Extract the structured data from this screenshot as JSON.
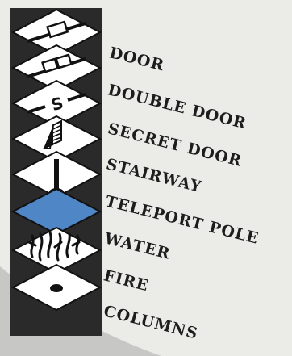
{
  "legend": {
    "items": [
      {
        "key": "door",
        "label": "DOOR"
      },
      {
        "key": "double-door",
        "label": "DOUBLE DOOR"
      },
      {
        "key": "secret-door",
        "label": "SECRET DOOR"
      },
      {
        "key": "stairway",
        "label": "STAIRWAY"
      },
      {
        "key": "teleport-pole",
        "label": "TELEPORT POLE"
      },
      {
        "key": "water",
        "label": "WATER"
      },
      {
        "key": "fire",
        "label": "FIRE"
      },
      {
        "key": "columns",
        "label": "COLUMNS"
      }
    ],
    "secret_door_symbol": "S",
    "colors": {
      "background": "#ebebe8",
      "column_bar": "#2a2a2a",
      "tile": "#ffffff",
      "water": "#4f86c6",
      "ink": "#111111"
    }
  }
}
